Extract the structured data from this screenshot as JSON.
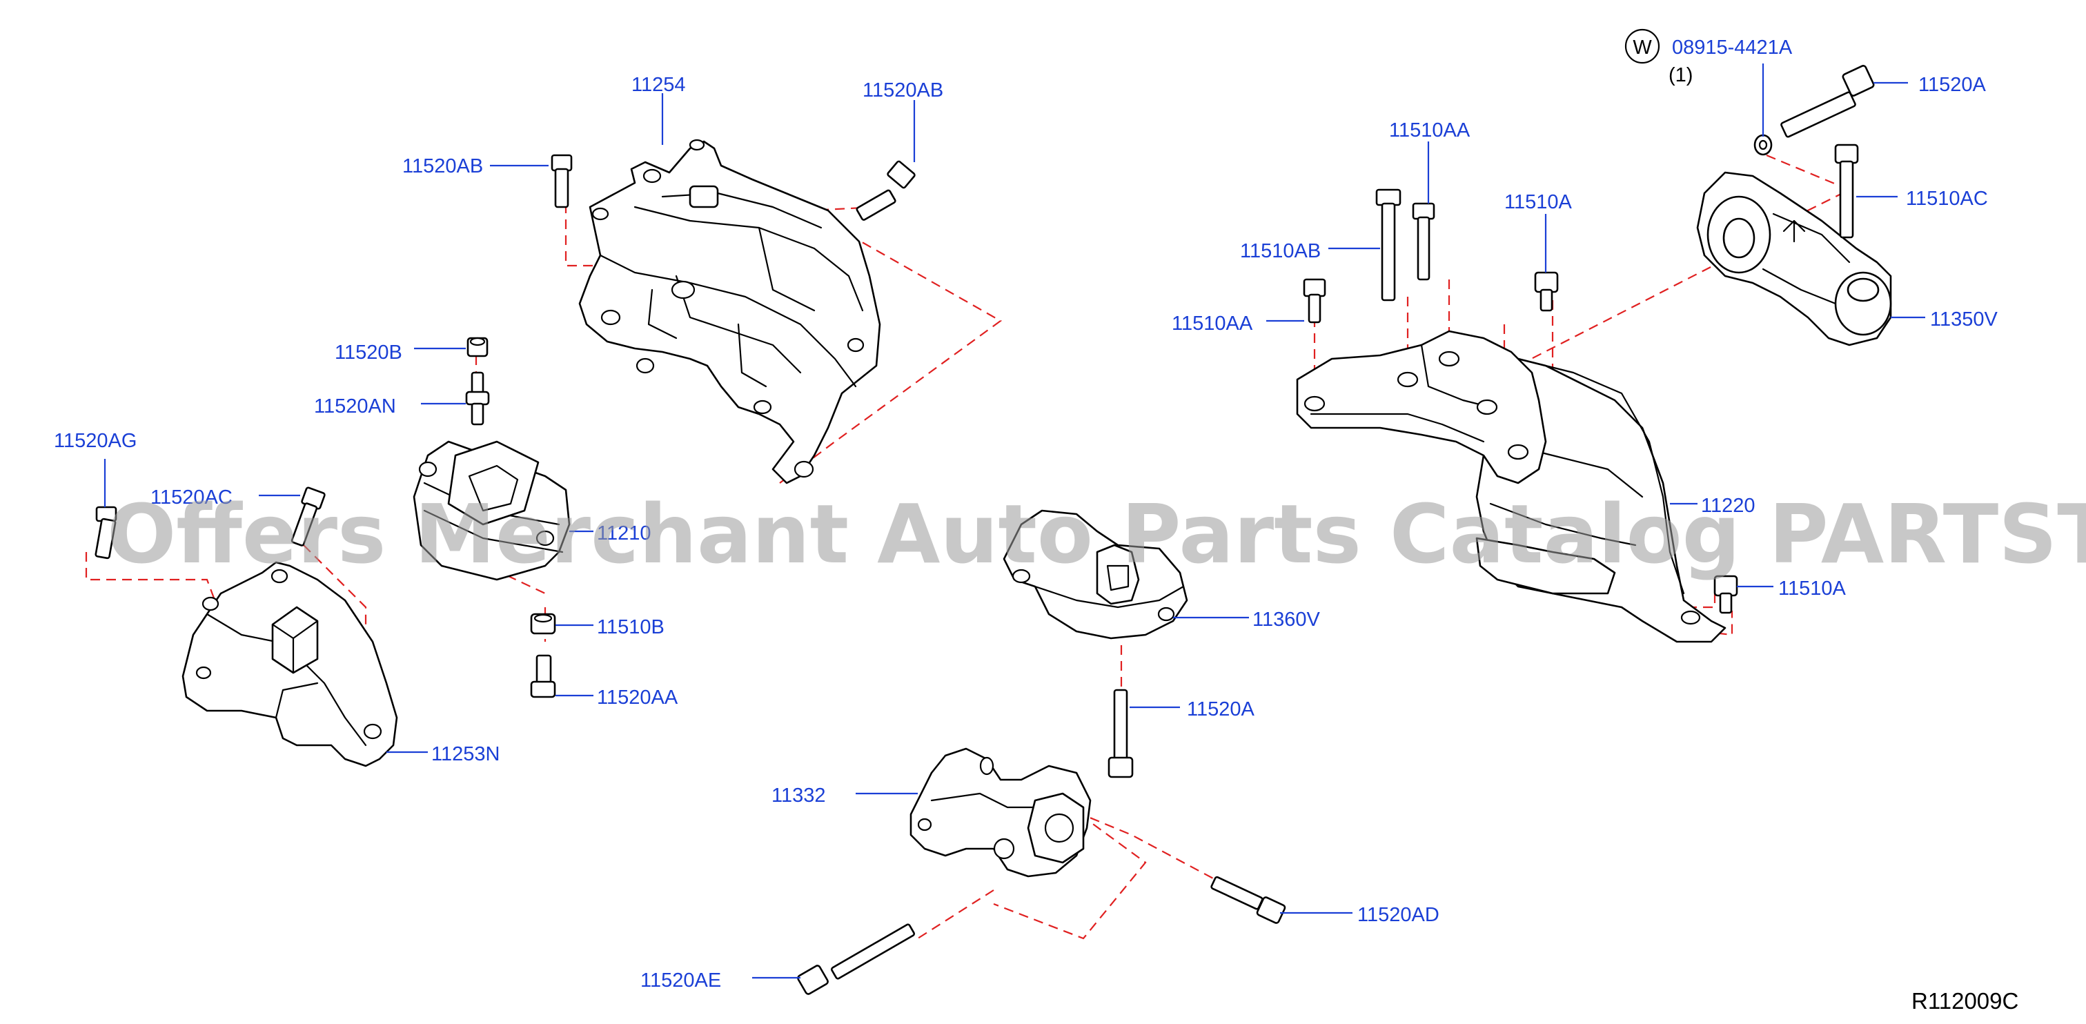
{
  "diagram": {
    "reference_code": "R112009C",
    "watermark": "Offers Merchant Auto Parts Catalog PARTSTORE.SA",
    "washer_symbol": "W",
    "washer_part": "08915-4421A",
    "washer_qty": "(1)",
    "callouts": [
      "11254",
      "11520AB",
      "11520AB",
      "11520B",
      "11520AN",
      "11520AG",
      "11520AC",
      "11210",
      "11510B",
      "11520AA",
      "11253N",
      "11510AA",
      "11510AB",
      "11510AA",
      "11510A",
      "11520A",
      "11510AC",
      "11350V",
      "11220",
      "11510A",
      "11360V",
      "11520A",
      "11332",
      "11520AD",
      "11520AE"
    ]
  }
}
